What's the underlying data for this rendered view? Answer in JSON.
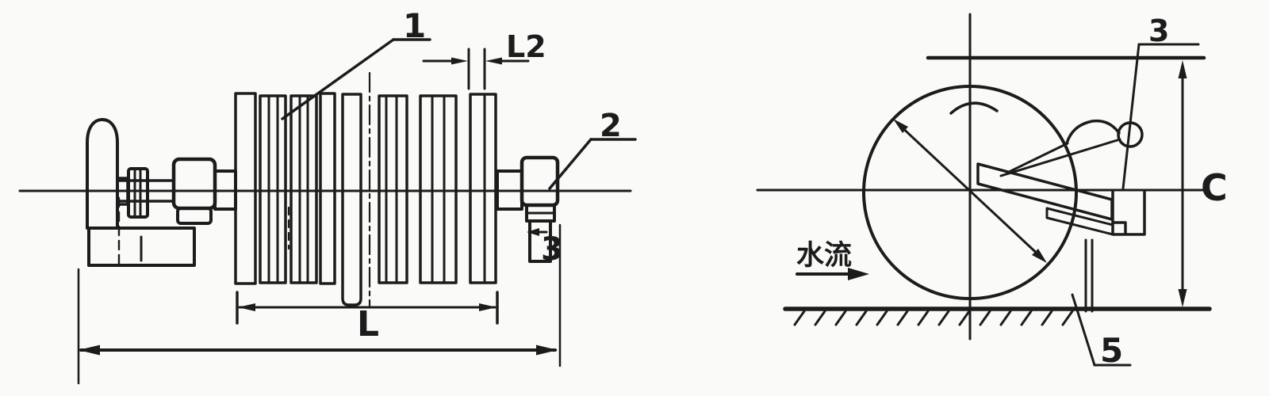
{
  "figure": {
    "front_view": {
      "callouts": {
        "c1": "1",
        "c2": "2",
        "c3": "3"
      },
      "dimensions": {
        "disc_gap": "L2",
        "stack_length": "L"
      }
    },
    "side_view": {
      "callouts": {
        "c3": "3",
        "c5": "5"
      },
      "dimensions": {
        "height": "C"
      },
      "flow_label": "水流"
    },
    "colors": {
      "ink": "#1c1c1c",
      "background": "#fafaf8"
    }
  }
}
